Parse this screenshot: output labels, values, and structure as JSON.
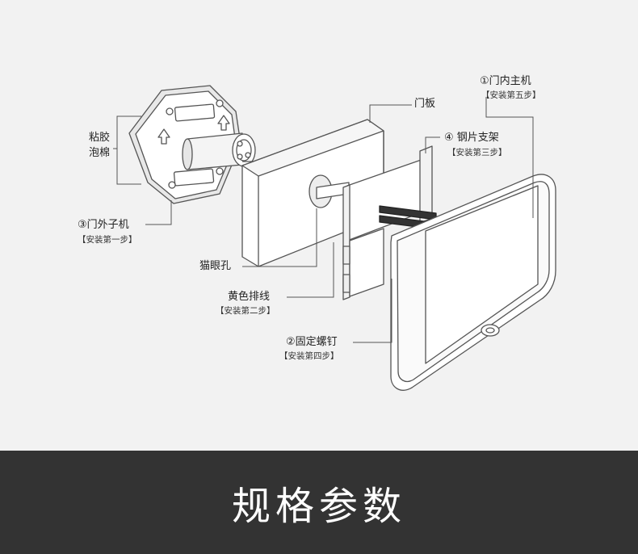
{
  "labels": {
    "main_unit": "①门内主机",
    "main_unit_step": "【安装第五步】",
    "door_panel": "门板",
    "bracket": "④ 钢片支架",
    "bracket_step": "【安装第三步】",
    "adhesive_foam_line1": "粘胶",
    "adhesive_foam_line2": "泡棉",
    "outer_unit": "③门外子机",
    "outer_unit_step": "【安装第一步】",
    "peephole": "猫眼孔",
    "yellow_cable": "黄色排线",
    "yellow_cable_step": "【安装第二步】",
    "fixing_screw": "②固定螺钉",
    "fixing_screw_step": "【安装第四步】"
  },
  "footer": {
    "title": "规格参数"
  },
  "colors": {
    "background": "#f2f2f2",
    "footer_background": "#333333",
    "line": "#555555"
  }
}
